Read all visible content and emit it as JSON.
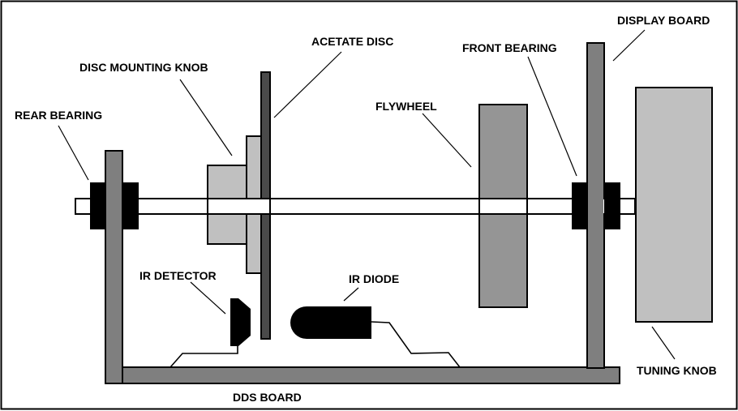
{
  "diagram": {
    "type": "mechanical-cross-section",
    "colors": {
      "background": "#ffffff",
      "outline": "#000000",
      "board": "#7f7f7f",
      "bearing": "#000000",
      "shaft": "#ffffff",
      "knob_light": "#c0c0c0",
      "acetate_disc": "#4a4a4a",
      "flywheel": "#959595",
      "ir_parts": "#000000"
    },
    "labels": {
      "rear_bearing": "REAR BEARING",
      "disc_mounting_knob": "DISC MOUNTING KNOB",
      "acetate_disc": "ACETATE DISC",
      "flywheel": "FLYWHEEL",
      "front_bearing": "FRONT BEARING",
      "display_board": "DISPLAY BOARD",
      "ir_detector": "IR DETECTOR",
      "ir_diode": "IR DIODE",
      "tuning_knob": "TUNING KNOB",
      "dds_board": "DDS BOARD"
    }
  }
}
